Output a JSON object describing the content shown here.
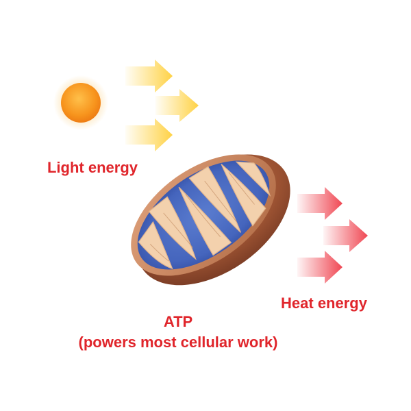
{
  "labels": {
    "light": "Light energy",
    "heat": "Heat energy",
    "atp_title": "ATP",
    "atp_subtitle": "(powers most cellular work)"
  },
  "colors": {
    "label_red": "#e0252b",
    "sun": "#f7941d",
    "light_arrow": "#ffd23f",
    "heat_arrow": "#ee3340",
    "mito_outer": "#a0522d",
    "mito_inner": "#f3d1ad",
    "cristae_blue": "#5272c9"
  },
  "icons": {
    "sun": "sun-icon",
    "mitochondrion": "mitochondrion-icon",
    "light_arrows": "arrow-right-icon",
    "heat_arrows": "arrow-right-icon"
  }
}
